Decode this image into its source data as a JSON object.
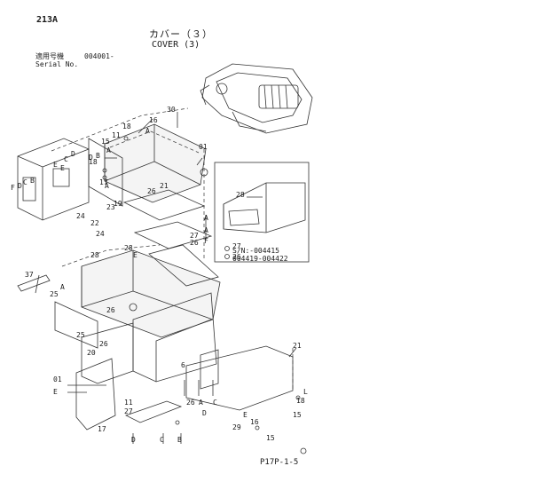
{
  "sheet_code": "213A",
  "title_jp": "カバー（３）",
  "title_en": "COVER (3)",
  "serial_label_jp": "適用号機",
  "serial_value": "004001-",
  "serial_label_en": "Serial No.",
  "inset_serial_1": "S/N:-004415",
  "inset_serial_2": "004419-004422",
  "page_code": "P17P-1-5",
  "callouts": [
    "30",
    "16",
    "18",
    "11",
    "A",
    "15",
    "B",
    "18",
    "A",
    "17",
    "01",
    "E",
    "D",
    "C",
    "D",
    "E",
    "F",
    "D",
    "C",
    "B",
    "A",
    "19",
    "26",
    "21",
    "23",
    "24",
    "22",
    "24",
    "28",
    "A",
    "A",
    "F",
    "27",
    "26",
    "37",
    "28",
    "E",
    "A",
    "25",
    "26",
    "25",
    "26",
    "20",
    "21",
    "01",
    "E",
    "L",
    "18",
    "15",
    "11",
    "27",
    "26",
    "A",
    "C",
    "D",
    "29",
    "16",
    "15",
    "17",
    "D",
    "C",
    "B",
    "E",
    "6",
    "A"
  ]
}
